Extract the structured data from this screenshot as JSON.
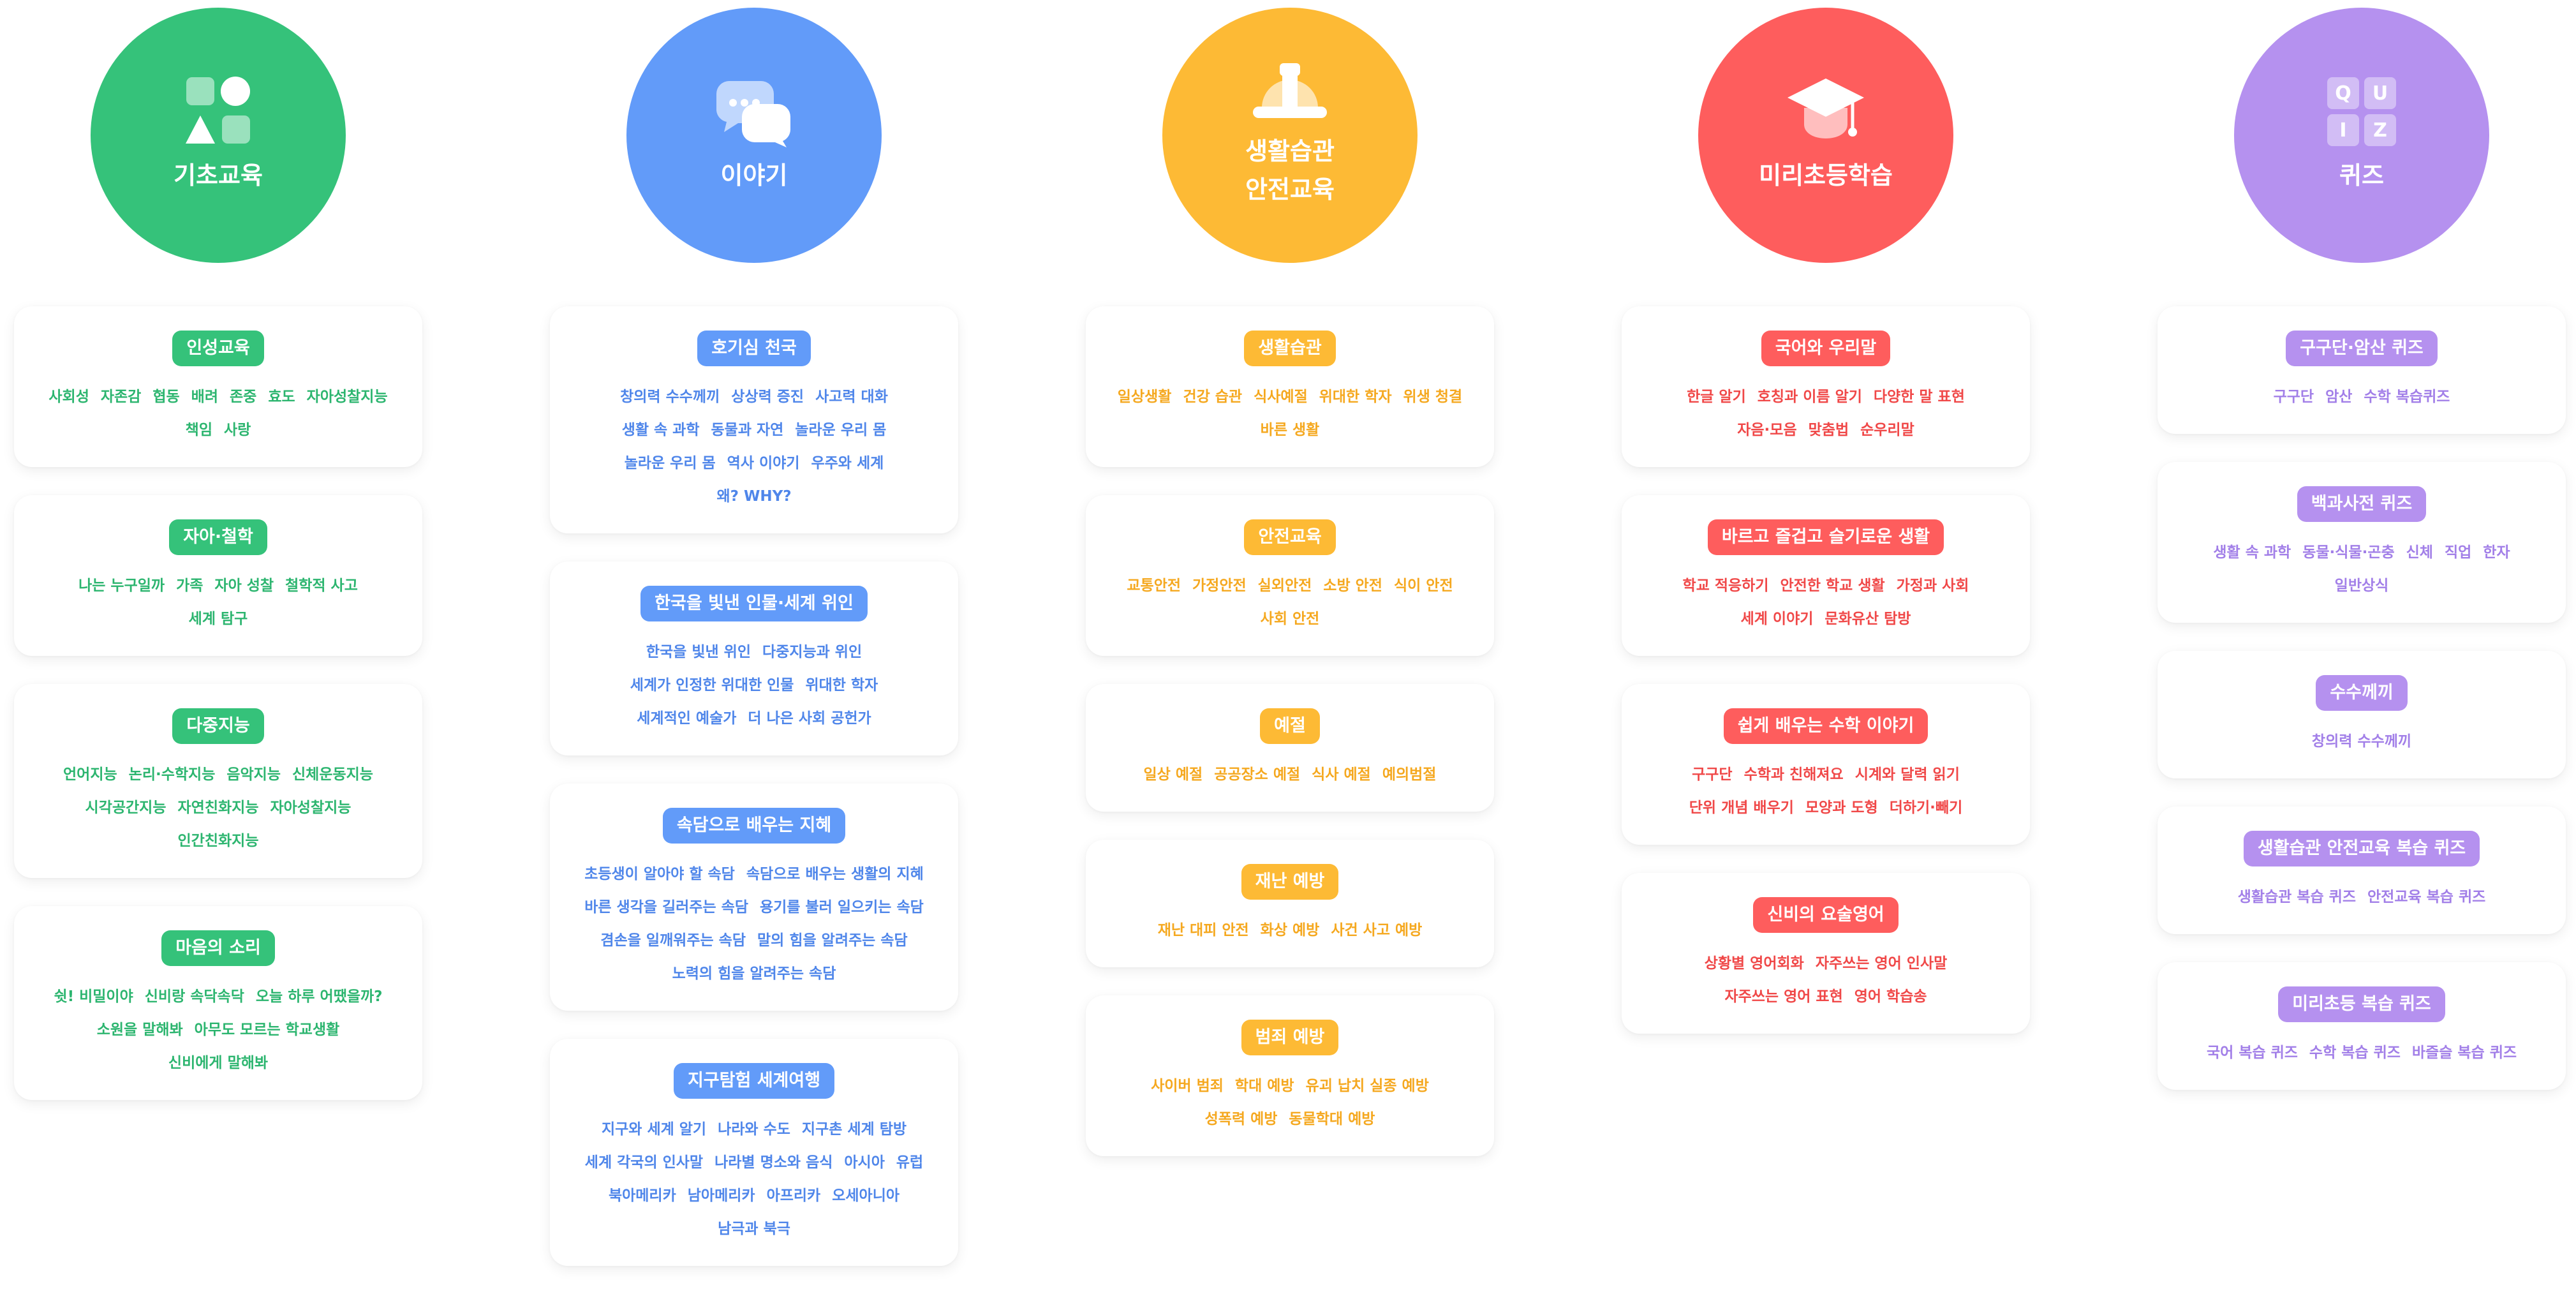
{
  "colors": {
    "green": "#35c27a",
    "blue": "#629bf9",
    "yellow": "#fdba35",
    "red": "#fe5d5d",
    "purple": "#b591ef"
  },
  "categories": [
    {
      "title": "기초교육",
      "icon": "shapes-icon",
      "cards": [
        {
          "label": "인성교육",
          "topics": [
            "사회성",
            "자존감",
            "협동",
            "배려",
            "존중",
            "효도",
            "자아성찰지능",
            "책임",
            "사랑"
          ]
        },
        {
          "label": "자아·철학",
          "topics": [
            "나는 누구일까",
            "가족",
            "자아 성찰",
            "철학적 사고",
            "세계 탐구"
          ]
        },
        {
          "label": "다중지능",
          "topics": [
            "언어지능",
            "논리·수학지능",
            "음악지능",
            "신체운동지능",
            "시각공간지능",
            "자연친화지능",
            "자아성찰지능",
            "인간친화지능"
          ]
        },
        {
          "label": "마음의 소리",
          "topics": [
            "쉿! 비밀이야",
            "신비랑 속닥속닥",
            "오늘 하루 어땠을까?",
            "소원을 말해봐",
            "아무도 모르는 학교생활",
            "신비에게 말해봐"
          ]
        }
      ]
    },
    {
      "title": "이야기",
      "icon": "speech-bubble-icon",
      "cards": [
        {
          "label": "호기심 천국",
          "topics": [
            "창의력 수수께끼",
            "상상력 증진",
            "사고력 대화",
            "생활 속 과학",
            "동물과 자연",
            "놀라운 우리 몸",
            "놀라운 우리 몸",
            "역사 이야기",
            "우주와 세계",
            "왜? WHY?"
          ]
        },
        {
          "label": "한국을 빛낸 인물·세계 위인",
          "topics": [
            "한국을 빛낸 위인",
            "다중지능과 위인",
            "세계가 인정한 위대한 인물",
            "위대한 학자",
            "세계적인 예술가",
            "더 나은 사회 공헌가"
          ]
        },
        {
          "label": "속담으로 배우는 지혜",
          "topics": [
            "초등생이 알아야 할 속담",
            "속담으로 배우는 생활의 지혜",
            "바른 생각을 길러주는 속담",
            "용기를 불러 일으키는 속담",
            "겸손을 일깨워주는 속담",
            "말의 힘을 알려주는 속담",
            "노력의 힘을 알려주는 속담"
          ]
        },
        {
          "label": "지구탐험 세계여행",
          "topics": [
            "지구와 세계 알기",
            "나라와 수도",
            "지구촌 세계 탐방",
            "세계 각국의 인사말",
            "나라별 명소와 음식",
            "아시아",
            "유럽",
            "북아메리카",
            "남아메리카",
            "아프리카",
            "오세아니아",
            "남극과 북극"
          ]
        }
      ]
    },
    {
      "title": "생활습관\n안전교육",
      "title_lines": [
        "생활습관",
        "안전교육"
      ],
      "icon": "hard-hat-icon",
      "cards": [
        {
          "label": "생활습관",
          "topics": [
            "일상생활",
            "건강 습관",
            "식사예절",
            "위대한 학자",
            "위생 청결",
            "바른 생활"
          ]
        },
        {
          "label": "안전교육",
          "topics": [
            "교통안전",
            "가정안전",
            "실외안전",
            "소방 안전",
            "식이 안전",
            "사회 안전"
          ]
        },
        {
          "label": "예절",
          "topics": [
            "일상 예절",
            "공공장소 예절",
            "식사 예절",
            "예의범절"
          ]
        },
        {
          "label": "재난 예방",
          "topics": [
            "재난 대피 안전",
            "화상 예방",
            "사건 사고 예방"
          ]
        },
        {
          "label": "범죄 예방",
          "topics": [
            "사이버 범죄",
            "학대 예방",
            "유괴 납치 실종 예방",
            "성폭력 예방",
            "동물학대 예방"
          ]
        }
      ]
    },
    {
      "title": "미리초등학습",
      "icon": "graduation-cap-icon",
      "cards": [
        {
          "label": "국어와 우리말",
          "topics": [
            "한글 알기",
            "호칭과 이름 알기",
            "다양한 말 표현",
            "자음·모음",
            "맞춤법",
            "순우리말"
          ]
        },
        {
          "label": "바르고 즐겁고 슬기로운 생활",
          "topics": [
            "학교 적응하기",
            "안전한 학교 생활",
            "가정과 사회",
            "세계 이야기",
            "문화유산 탐방"
          ]
        },
        {
          "label": "쉽게 배우는 수학 이야기",
          "topics": [
            "구구단",
            "수학과 친해져요",
            "시계와 달력 읽기",
            "단위 개념 배우기",
            "모양과 도형",
            "더하기·빼기"
          ]
        },
        {
          "label": "신비의 요술영어",
          "topics": [
            "상황별 영어회화",
            "자주쓰는 영어 인사말",
            "자주쓰는 영어 표현",
            "영어 학습송"
          ]
        }
      ]
    },
    {
      "title": "퀴즈",
      "icon": "quiz-icon",
      "icon_letters": [
        "Q",
        "U",
        "I",
        "Z"
      ],
      "cards": [
        {
          "label": "구구단·암산 퀴즈",
          "topics": [
            "구구단",
            "암산",
            "수학 복습퀴즈"
          ]
        },
        {
          "label": "백과사전 퀴즈",
          "topics": [
            "생활 속 과학",
            "동물·식물·곤충",
            "신체",
            "직업",
            "한자",
            "일반상식"
          ]
        },
        {
          "label": "수수께끼",
          "topics": [
            "창의력 수수께끼"
          ]
        },
        {
          "label": "생활습관 안전교육 복습 퀴즈",
          "topics": [
            "생활습관 복습 퀴즈",
            "안전교육 복습 퀴즈"
          ]
        },
        {
          "label": "미리초등 복습 퀴즈",
          "topics": [
            "국어 복습 퀴즈",
            "수학 복습 퀴즈",
            "바즐슬 복습 퀴즈"
          ]
        }
      ]
    }
  ]
}
